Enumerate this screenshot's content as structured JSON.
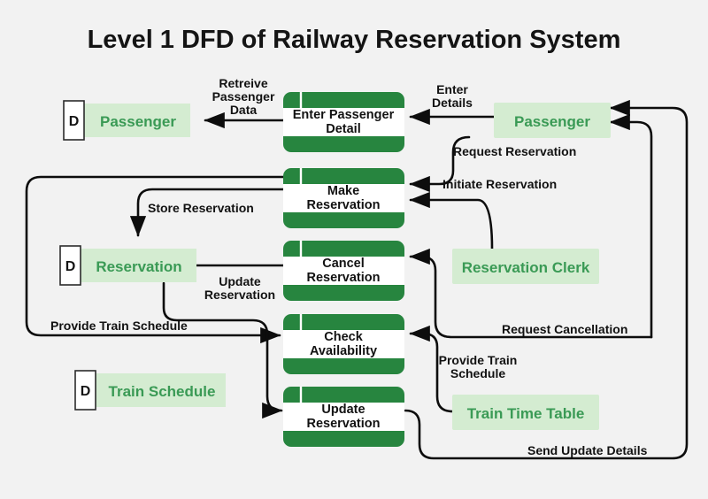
{
  "page": {
    "title": "Level 1 DFD of Railway Reservation System",
    "background_color": "#f2f2f2",
    "accent_green": "#27853f",
    "light_green": "#d4ecd1",
    "text_color": "#121212",
    "entity_text_color": "#3a9a55"
  },
  "diagram": {
    "type": "data-flow-diagram",
    "level": "Level 1",
    "processes": [
      {
        "id": "enter-passenger-detail",
        "label_line1": "Enter Passenger",
        "label_line2": "Detail"
      },
      {
        "id": "make-reservation",
        "label_line1": "Make",
        "label_line2": "Reservation"
      },
      {
        "id": "cancel-reservation",
        "label_line1": "Cancel",
        "label_line2": "Reservation"
      },
      {
        "id": "check-availability",
        "label_line1": "Check",
        "label_line2": "Availability"
      },
      {
        "id": "update-reservation",
        "label_line1": "Update",
        "label_line2": "Reservation"
      }
    ],
    "data_stores": [
      {
        "id": "store-passenger",
        "marker": "D",
        "label": "Passenger"
      },
      {
        "id": "store-reservation",
        "marker": "D",
        "label": "Reservation"
      },
      {
        "id": "store-train-schedule",
        "marker": "D",
        "label": "Train Schedule"
      }
    ],
    "external_entities": [
      {
        "id": "entity-passenger",
        "label": "Passenger"
      },
      {
        "id": "entity-reservation-clerk",
        "label": "Reservation Clerk"
      },
      {
        "id": "entity-train-time-table",
        "label": "Train Time Table"
      }
    ],
    "data_flows": [
      {
        "id": "flow-retrieve-passenger-data",
        "label_line1": "Retreive",
        "label_line2": "Passenger",
        "label_line3": "Data",
        "from": "enter-passenger-detail",
        "to": "store-passenger"
      },
      {
        "id": "flow-enter-details",
        "label_line1": "Enter",
        "label_line2": "Details",
        "from": "entity-passenger",
        "to": "enter-passenger-detail"
      },
      {
        "id": "flow-request-reservation",
        "label_line1": "Request Reservation",
        "from": "entity-passenger",
        "to": "make-reservation"
      },
      {
        "id": "flow-initiate-reservation",
        "label_line1": "Initiate Reservation",
        "from": "entity-reservation-clerk",
        "to": "make-reservation"
      },
      {
        "id": "flow-store-reservation",
        "label_line1": "Store Reservation",
        "from": "make-reservation",
        "to": "store-reservation"
      },
      {
        "id": "flow-update-reservation",
        "label_line1": "Update",
        "label_line2": "Reservation",
        "from": "cancel-reservation",
        "to": "store-reservation"
      },
      {
        "id": "flow-request-cancellation",
        "label_line1": "Request Cancellation",
        "from": "entity-reservation-clerk",
        "to": "cancel-reservation"
      },
      {
        "id": "flow-provide-train-schedule-left",
        "label_line1": "Provide Train Schedule",
        "from": "store-train-schedule",
        "to": "check-availability"
      },
      {
        "id": "flow-provide-train-schedule-right",
        "label_line1": "Provide Train",
        "label_line2": "Schedule",
        "from": "entity-train-time-table",
        "to": "check-availability"
      },
      {
        "id": "flow-send-update-details",
        "label_line1": "Send Update Details",
        "from": "update-reservation",
        "to": "entity-passenger"
      }
    ]
  }
}
